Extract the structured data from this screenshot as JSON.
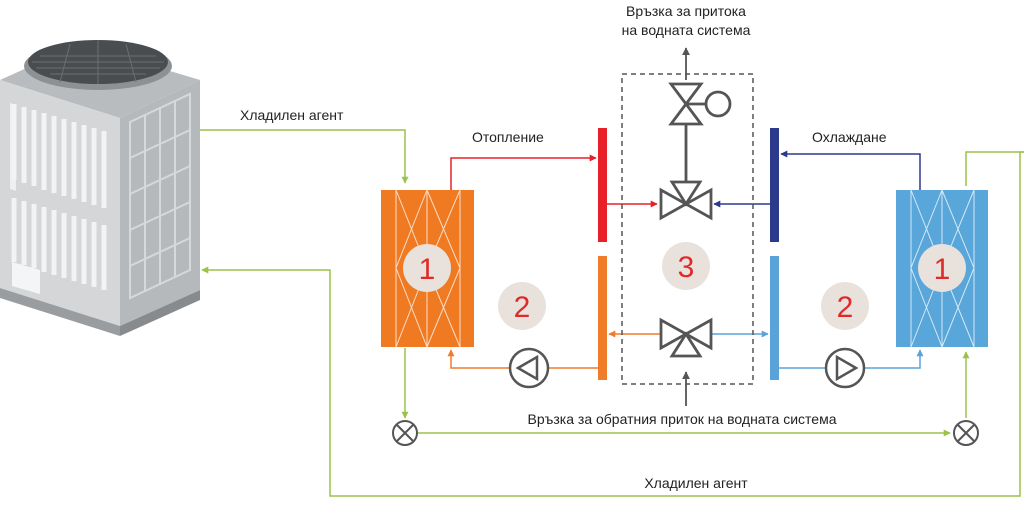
{
  "labels": {
    "top_connection_line1": "Връзка за притока",
    "top_connection_line2": "на водната система",
    "refrigerant_top": "Хладилен агент",
    "heating": "Отопление",
    "cooling": "Охлаждане",
    "return_connection": "Връзка за обратния приток на водната система",
    "refrigerant_bottom": "Хладилен агент"
  },
  "numbers": {
    "heat_exchanger_left": "1",
    "heat_exchanger_right": "1",
    "pump_left": "2",
    "pump_right": "2",
    "valve_station": "3"
  },
  "colors": {
    "refrigerant_line": "#9bc24a",
    "heating_hot": "#e8202a",
    "heating_return": "#f07c2a",
    "cooling_supply": "#2b3a8a",
    "cooling_return": "#5aa3d9",
    "heat_exchanger_orange": "#f07a22",
    "heat_exchanger_blue": "#58a6da",
    "number_badge": "#e8e1dc",
    "number_text": "#e02a2a",
    "valve_gray": "#666666",
    "outdoor_unit_gray": "#c9cbcd"
  }
}
